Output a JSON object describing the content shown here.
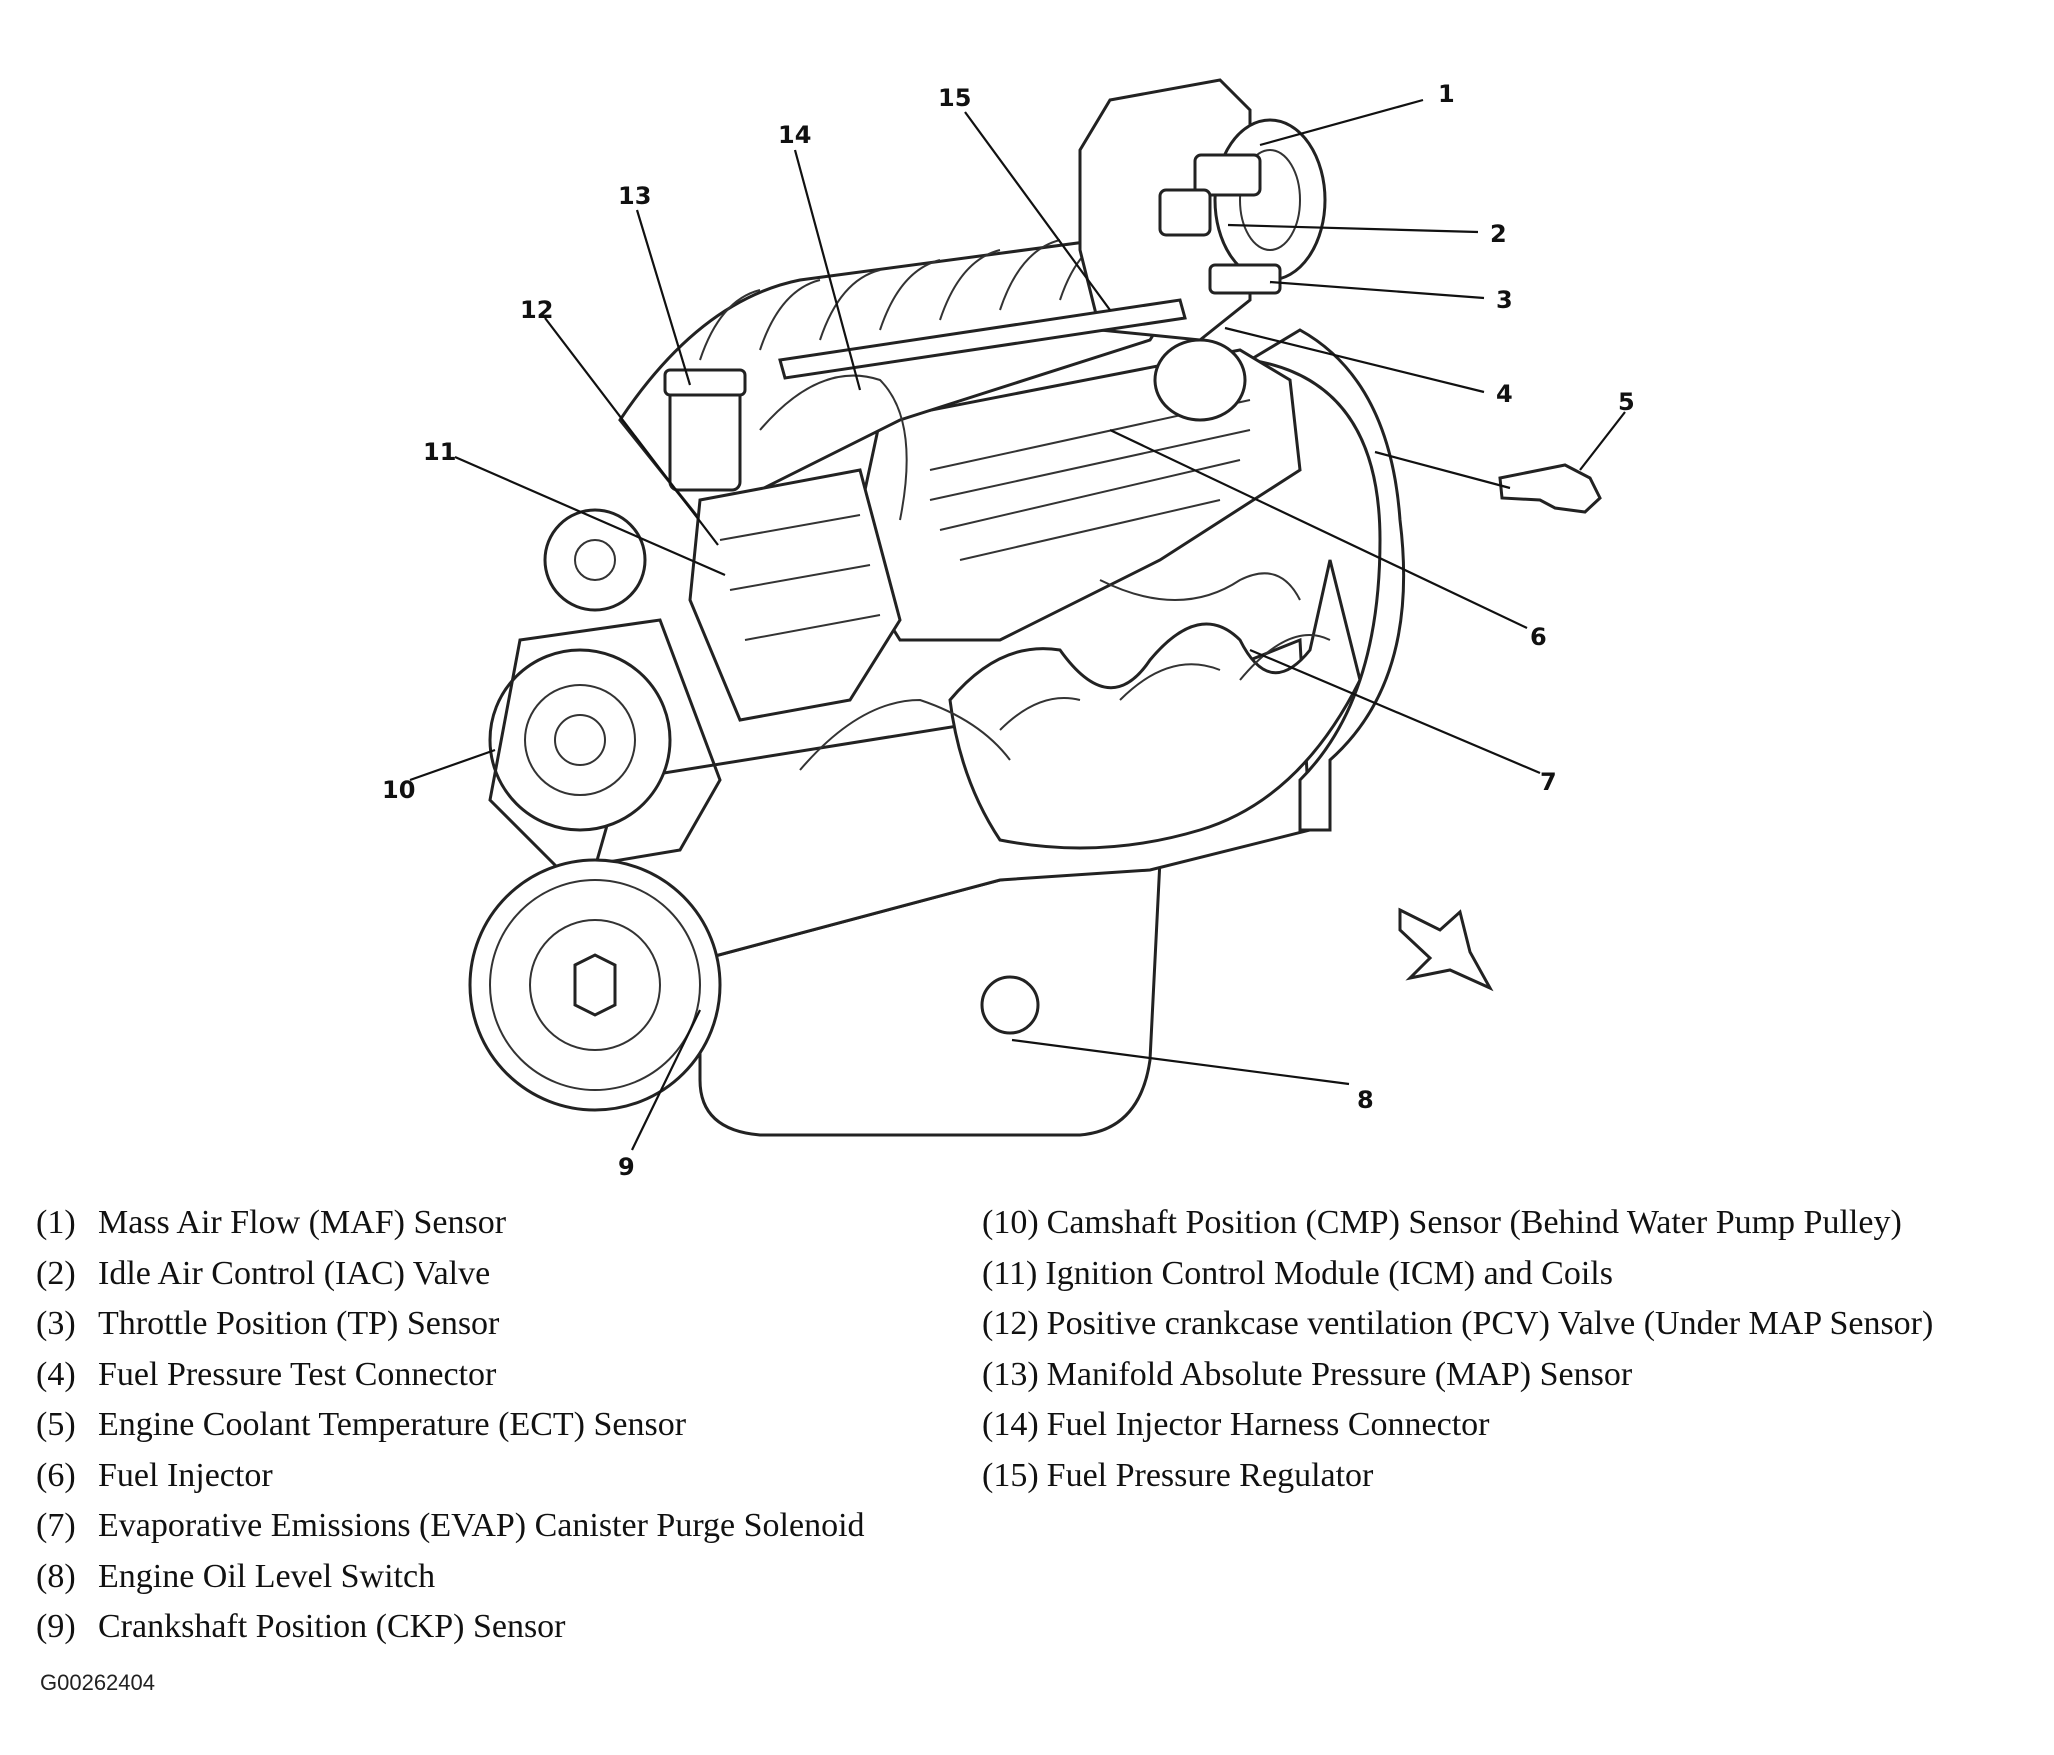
{
  "callouts": [
    "1",
    "2",
    "3",
    "4",
    "5",
    "6",
    "7",
    "8",
    "9",
    "10",
    "11",
    "12",
    "13",
    "14",
    "15"
  ],
  "legend": {
    "left": [
      {
        "num": "(1)",
        "text": "Mass Air Flow (MAF) Sensor"
      },
      {
        "num": "(2)",
        "text": "Idle Air Control (IAC) Valve"
      },
      {
        "num": "(3)",
        "text": "Throttle Position (TP) Sensor"
      },
      {
        "num": "(4)",
        "text": "Fuel Pressure Test Connector"
      },
      {
        "num": "(5)",
        "text": "Engine Coolant Temperature (ECT) Sensor"
      },
      {
        "num": "(6)",
        "text": "Fuel Injector"
      },
      {
        "num": "(7)",
        "text": "Evaporative Emissions (EVAP) Canister Purge Solenoid"
      },
      {
        "num": "(8)",
        "text": "Engine Oil Level Switch"
      },
      {
        "num": "(9)",
        "text": "Crankshaft Position (CKP) Sensor"
      }
    ],
    "right": [
      {
        "num": "(10)",
        "text": "Camshaft Position (CMP) Sensor (Behind Water Pump Pulley)"
      },
      {
        "num": "(11)",
        "text": "Ignition Control Module (ICM) and Coils"
      },
      {
        "num": "(12)",
        "text": "Positive crankcase ventilation (PCV) Valve (Under MAP Sensor)"
      },
      {
        "num": "(13)",
        "text": "Manifold Absolute Pressure (MAP) Sensor"
      },
      {
        "num": "(14)",
        "text": "Fuel Injector Harness Connector"
      },
      {
        "num": "(15)",
        "text": "Fuel Pressure Regulator"
      }
    ]
  },
  "figure_id": "G00262404"
}
